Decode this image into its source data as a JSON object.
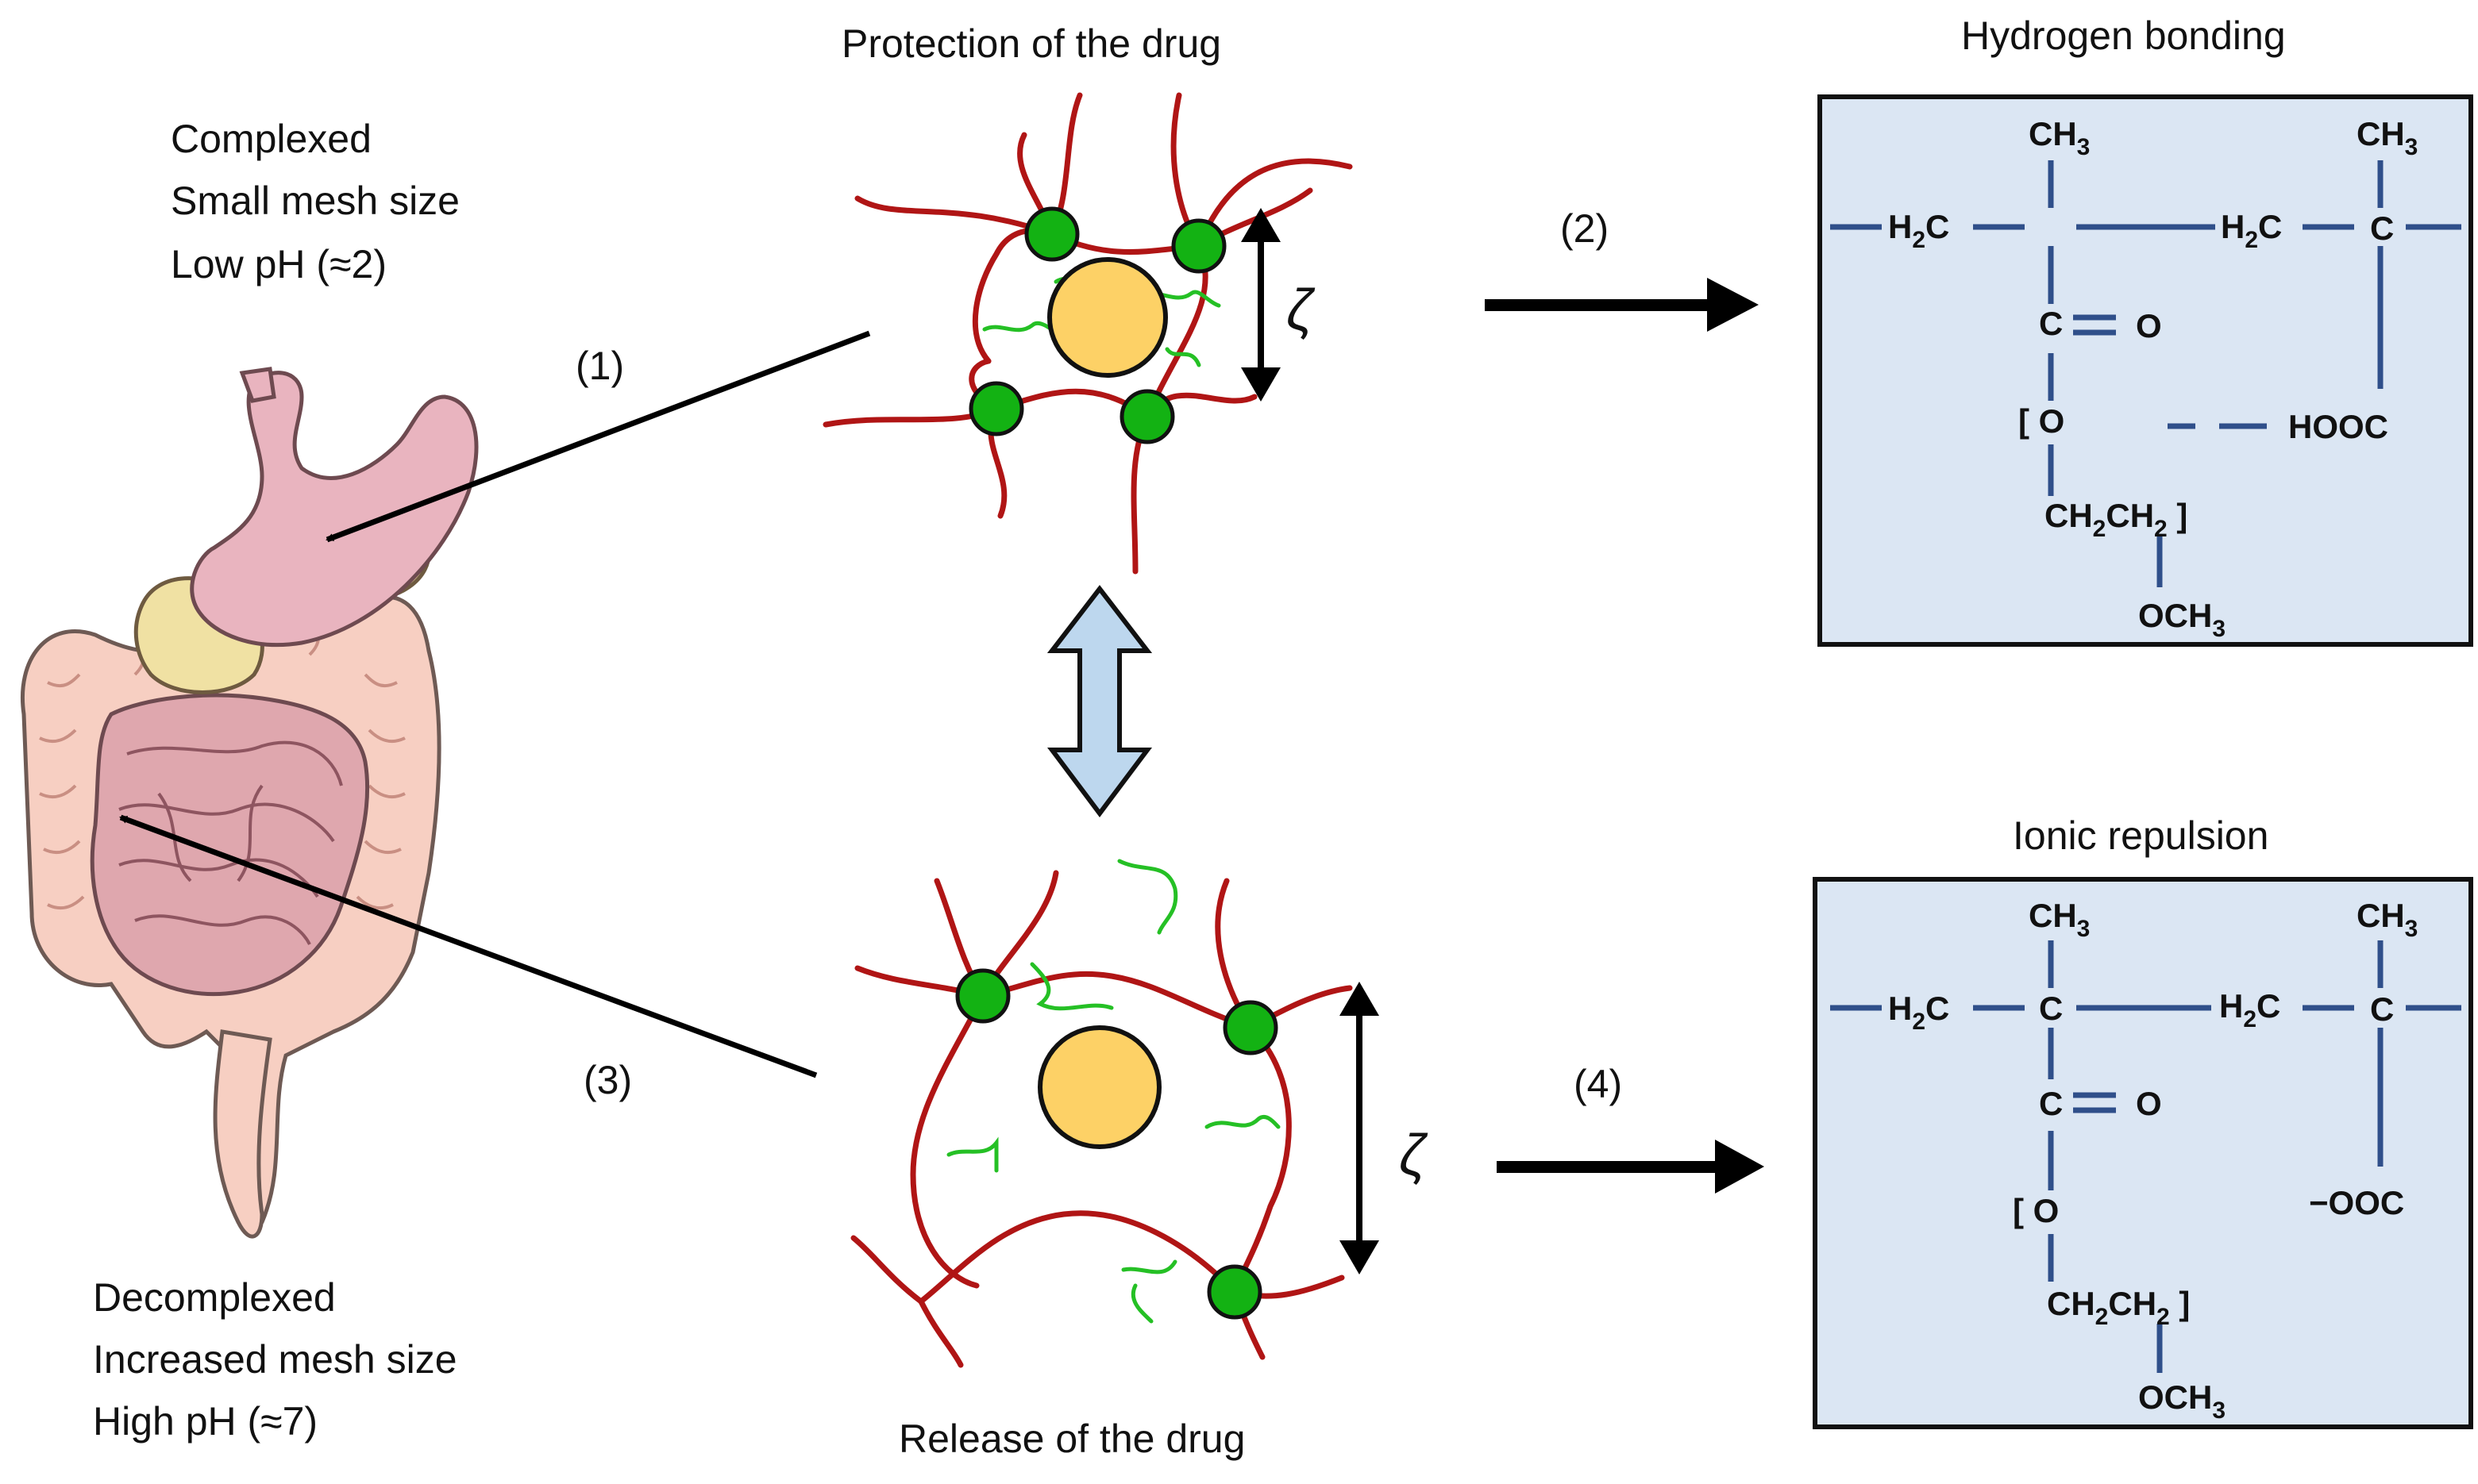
{
  "panels": {
    "top_title": "Protection of the drug",
    "bottom_title": "Release of the drug",
    "mesh_symbol": "ζ"
  },
  "stomach_state": {
    "line1": "Complexed",
    "line2": "Small mesh size",
    "line3": "Low pH (≈2)"
  },
  "intestine_state": {
    "line1": "Decomplexed",
    "line2": "Increased mesh size",
    "line3": "High pH (≈7)"
  },
  "steps": {
    "s1": "(1)",
    "s2": "(2)",
    "s3": "(3)",
    "s4": "(4)"
  },
  "hbond": {
    "title": "Hydrogen bonding",
    "ch3_a": "CH3",
    "ch3_b": "CH3",
    "h2c_a": "H2C",
    "h2c_b": "H2C",
    "c_b": "C",
    "carbonyl_c": "C",
    "carbonyl_o": "O",
    "ester_o": "[ O",
    "acid": "HOOC",
    "ch2ch2": "CH2CH2 ]",
    "och3": "OCH3"
  },
  "ionic": {
    "title": "Ionic repulsion",
    "ch3_a": "CH3",
    "ch3_b": "CH3",
    "h2c_a": "H2C",
    "c_a": "C",
    "h2c_b": "H2C",
    "c_b": "C",
    "carbonyl_c": "C",
    "carbonyl_o": "O",
    "ester_o": "[ O",
    "carboxylate": "−OOC",
    "ch2ch2": "CH2CH2 ]",
    "och3": "OCH3"
  },
  "colors": {
    "polymer": "#b01515",
    "crosslink": "#13b213",
    "drug": "#fdd166",
    "guest_chain": "#25c025",
    "bond": "#2f4f8a",
    "panel_fill": "#dbe6f3",
    "double_arrow": "#bdd7ee",
    "stomach": "#e9b4bf",
    "intestine": "#f7cfc2"
  },
  "icons": {
    "organs": "digestive-tract-icon",
    "equilibrium": "double-headed-arrow-icon"
  }
}
